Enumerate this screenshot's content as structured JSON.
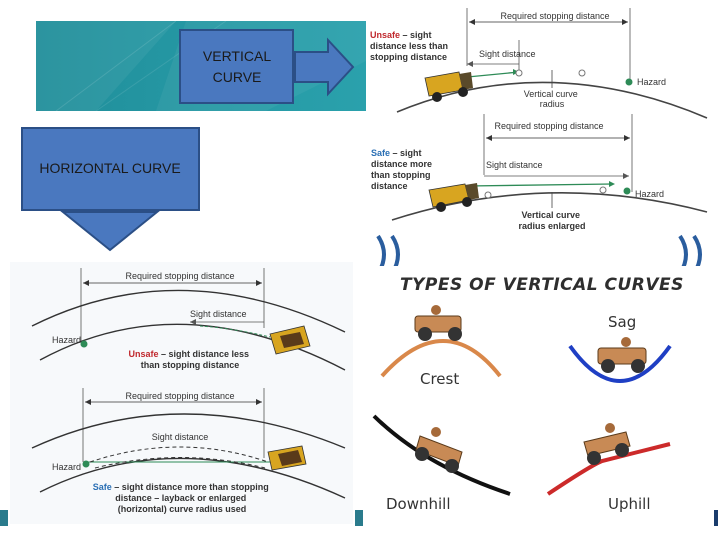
{
  "callouts": {
    "vertical": "VERTICAL CURVE",
    "horizontal": "HORIZONTAL CURVE"
  },
  "vertical_diagram": {
    "top": {
      "required": "Required stopping distance",
      "unsafe_word": "Unsafe",
      "unsafe_rest": [
        " – sight",
        "distance less than",
        "stopping distance"
      ],
      "sight": "Sight distance",
      "hazard": "Hazard",
      "radius": [
        "Vertical curve",
        "radius"
      ]
    },
    "bottom": {
      "required": "Required stopping distance",
      "safe_word": "Safe",
      "safe_rest": [
        " – sight",
        "distance more",
        "than stopping",
        "distance"
      ],
      "sight": "Sight distance",
      "hazard": "Hazard",
      "radius": [
        "Vertical curve",
        "radius enlarged"
      ]
    }
  },
  "horizontal_diagram": {
    "top": {
      "required": "Required stopping distance",
      "sight": "Sight distance",
      "hazard": "Hazard",
      "unsafe_word": "Unsafe",
      "unsafe_rest": " – sight distance less",
      "unsafe_line2": "than stopping distance"
    },
    "bottom": {
      "required": "Required stopping distance",
      "sight": "Sight distance",
      "hazard": "Hazard",
      "safe_word": "Safe",
      "safe_rest": " – sight distance more than stopping",
      "safe_line2": "distance – layback or enlarged",
      "safe_line3": "(horizontal) curve radius used"
    }
  },
  "types": {
    "title": "TYPES OF VERTICAL CURVES",
    "crest": "Crest",
    "sag": "Sag",
    "downhill": "Downhill",
    "uphill": "Uphill"
  },
  "colors": {
    "callout_fill": "#4a78bf",
    "callout_stroke": "#2b4f86",
    "banner": "#2597a3",
    "crest_line": "#d9884a",
    "sag_line": "#1f3fc4",
    "downhill_line": "#111111",
    "uphill_line": "#cc2a2a"
  }
}
